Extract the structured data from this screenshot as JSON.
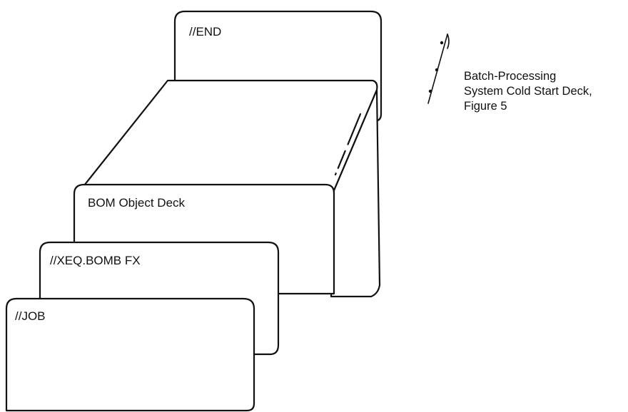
{
  "diagram": {
    "cards": {
      "end_card": "//END",
      "bom_object_deck": "BOM Object Deck",
      "xeq_card": "//XEQ.BOMB FX",
      "job_card": "//JOB"
    },
    "callout": {
      "line1": "Batch-Processing",
      "line2": "System Cold Start Deck,",
      "line3": "Figure 5"
    }
  }
}
